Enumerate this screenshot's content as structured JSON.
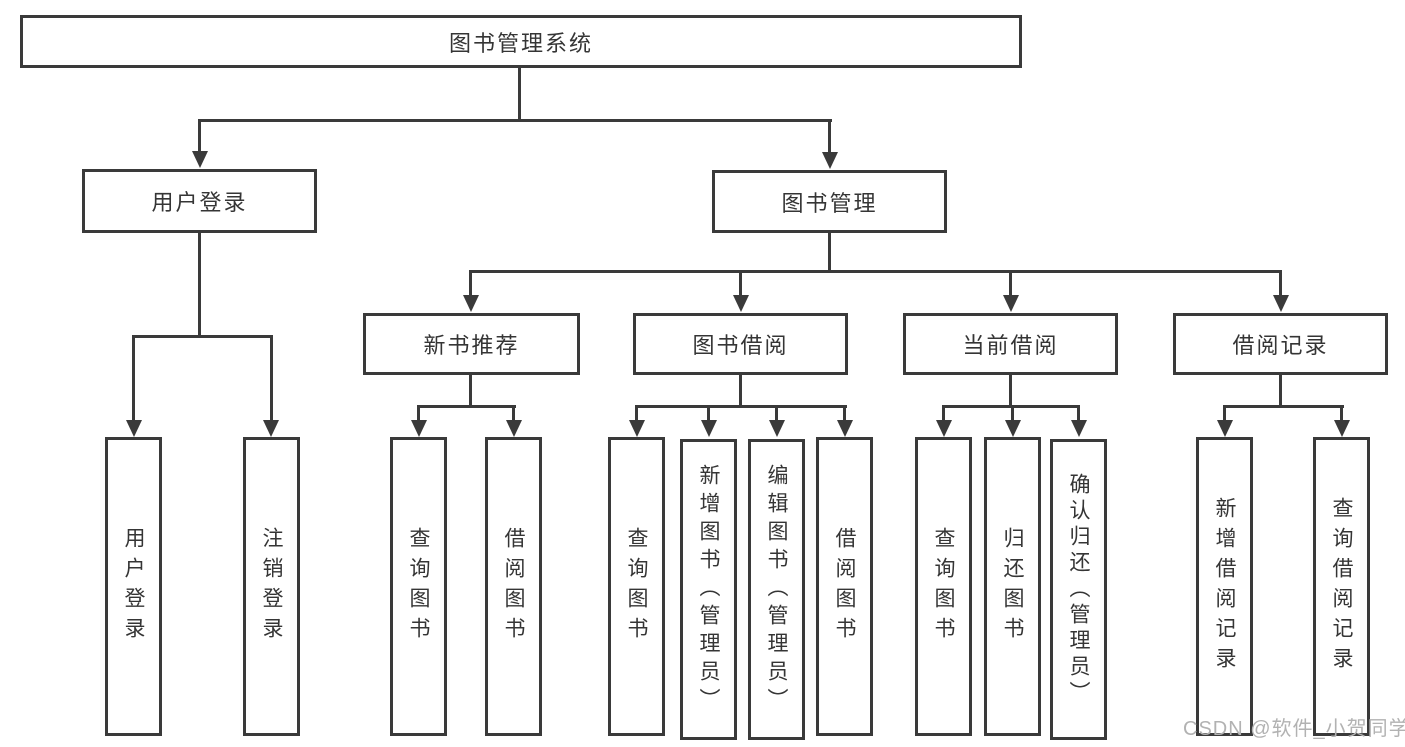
{
  "watermark": "CSDN @软件_小贺同学",
  "colors": {
    "line": "#3a3a3a",
    "text": "#353535",
    "watermark": "#b2b2b2",
    "background": "#ffffff"
  },
  "tree": {
    "root": {
      "label": "图书管理系统"
    },
    "branches": [
      {
        "label": "用户登录",
        "children": [
          {
            "label": "用户登录"
          },
          {
            "label": "注销登录"
          }
        ]
      },
      {
        "label": "图书管理",
        "children": [
          {
            "label": "新书推荐",
            "children": [
              {
                "label": "查询图书"
              },
              {
                "label": "借阅图书"
              }
            ]
          },
          {
            "label": "图书借阅",
            "children": [
              {
                "label": "查询图书"
              },
              {
                "label": "新增图书（管理员）"
              },
              {
                "label": "编辑图书（管理员）"
              },
              {
                "label": "借阅图书"
              }
            ]
          },
          {
            "label": "当前借阅",
            "children": [
              {
                "label": "查询图书"
              },
              {
                "label": "归还图书"
              },
              {
                "label": "确认归还（管理员）"
              }
            ]
          },
          {
            "label": "借阅记录",
            "children": [
              {
                "label": "新增借阅记录"
              },
              {
                "label": "查询借阅记录"
              }
            ]
          }
        ]
      }
    ]
  }
}
